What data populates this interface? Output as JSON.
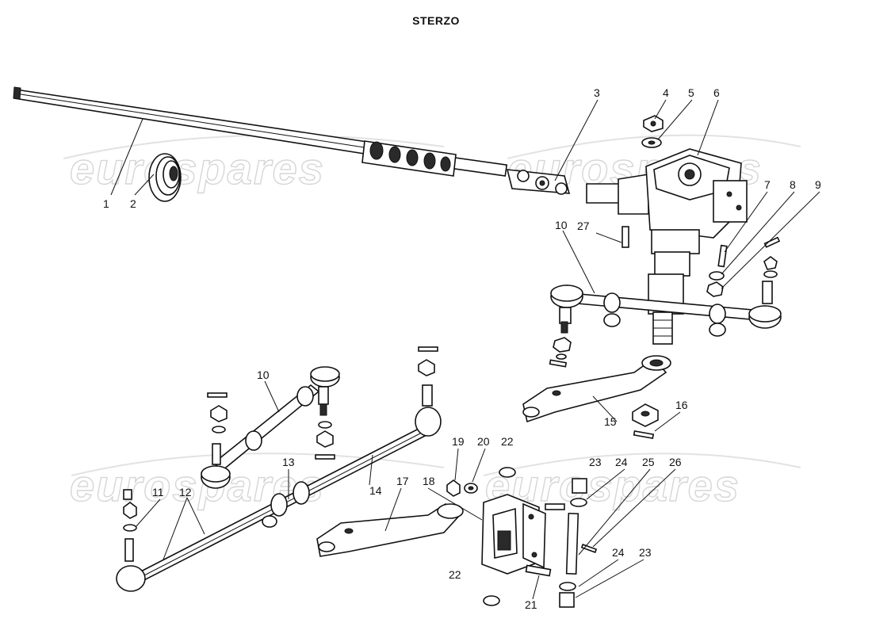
{
  "title": "STERZO",
  "watermark": "eurospares",
  "callouts": {
    "c1": "1",
    "c2": "2",
    "c3": "3",
    "c4": "4",
    "c5": "5",
    "c6": "6",
    "c7": "7",
    "c8": "8",
    "c9": "9",
    "c10a": "10",
    "c27": "27",
    "c10b": "10",
    "c11": "11",
    "c12": "12",
    "c13": "13",
    "c14": "14",
    "c15": "15",
    "c16": "16",
    "c17": "17",
    "c18": "18",
    "c19": "19",
    "c20": "20",
    "c21": "21",
    "c22a": "22",
    "c22b": "22",
    "c23a": "23",
    "c23b": "23",
    "c24a": "24",
    "c24b": "24",
    "c25": "25",
    "c26": "26"
  }
}
